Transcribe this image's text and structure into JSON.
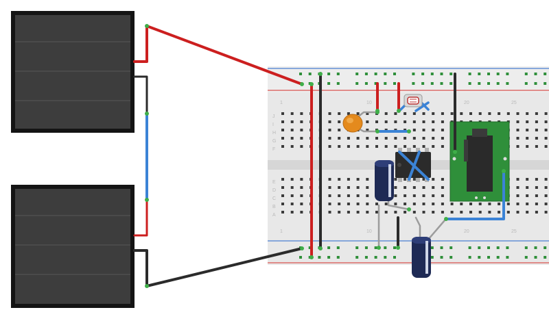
{
  "breadboard": {
    "rows_top": [
      "J",
      "I",
      "H",
      "G",
      "F"
    ],
    "rows_bottom": [
      "E",
      "D",
      "C",
      "B",
      "A"
    ],
    "column_numbers": [
      "1",
      "10",
      "20",
      "25"
    ]
  },
  "components": {
    "solar_panels": 2,
    "battery_pack": "3.5mm stereo jack",
    "ic": "8-pin DIP",
    "sensor": "photoresistor (LDR)",
    "ceramic_capacitor": 1,
    "electrolytic_capacitors": 2
  },
  "colors": {
    "panel": "#3a3a3a",
    "wire_red": "#cc1f1f",
    "wire_black": "#2b2b2b",
    "wire_blue": "#3b83d6",
    "wire_gray": "#9c9c9c",
    "rail_red": "#d9534f",
    "rail_blue": "#4a7fd1",
    "breakout_green": "#2f8f3a",
    "cap_blue": "#1e2a55",
    "ceramic_orange": "#e48a1d"
  }
}
